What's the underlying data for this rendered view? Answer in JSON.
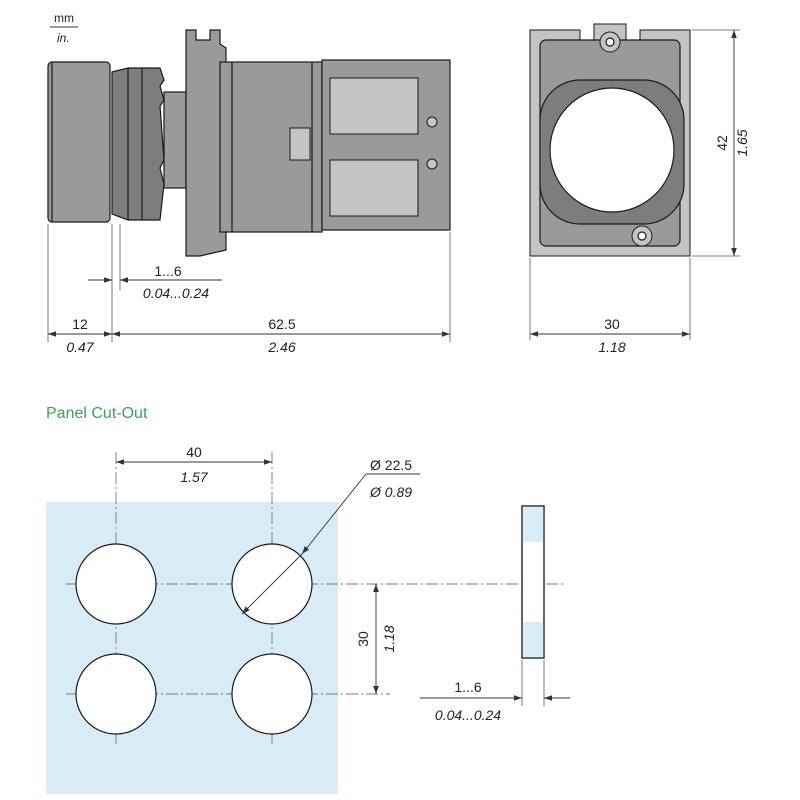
{
  "units": {
    "metric": "mm",
    "imperial": "in."
  },
  "side_view": {
    "thickness_range": {
      "mm": "1...6",
      "in": "0.04...0.24"
    },
    "head_length": {
      "mm": "12",
      "in": "0.47"
    },
    "body_length": {
      "mm": "62.5",
      "in": "2.46"
    }
  },
  "front_view": {
    "width": {
      "mm": "30",
      "in": "1.18"
    },
    "height": {
      "mm": "42",
      "in": "1.65"
    }
  },
  "panel_cutout": {
    "title": "Panel Cut-Out",
    "horizontal_pitch": {
      "mm": "40",
      "in": "1.57"
    },
    "hole_diameter": {
      "mm": "Ø 22.5",
      "in": "Ø 0.89"
    },
    "vertical_pitch": {
      "mm": "30",
      "in": "1.18"
    },
    "panel_thickness": {
      "mm": "1...6",
      "in": "0.04...0.24"
    }
  },
  "colors": {
    "panel_fill": "#d8ecf7",
    "title_green": "#3aa35a",
    "body_gray": "#9a9a9a"
  }
}
